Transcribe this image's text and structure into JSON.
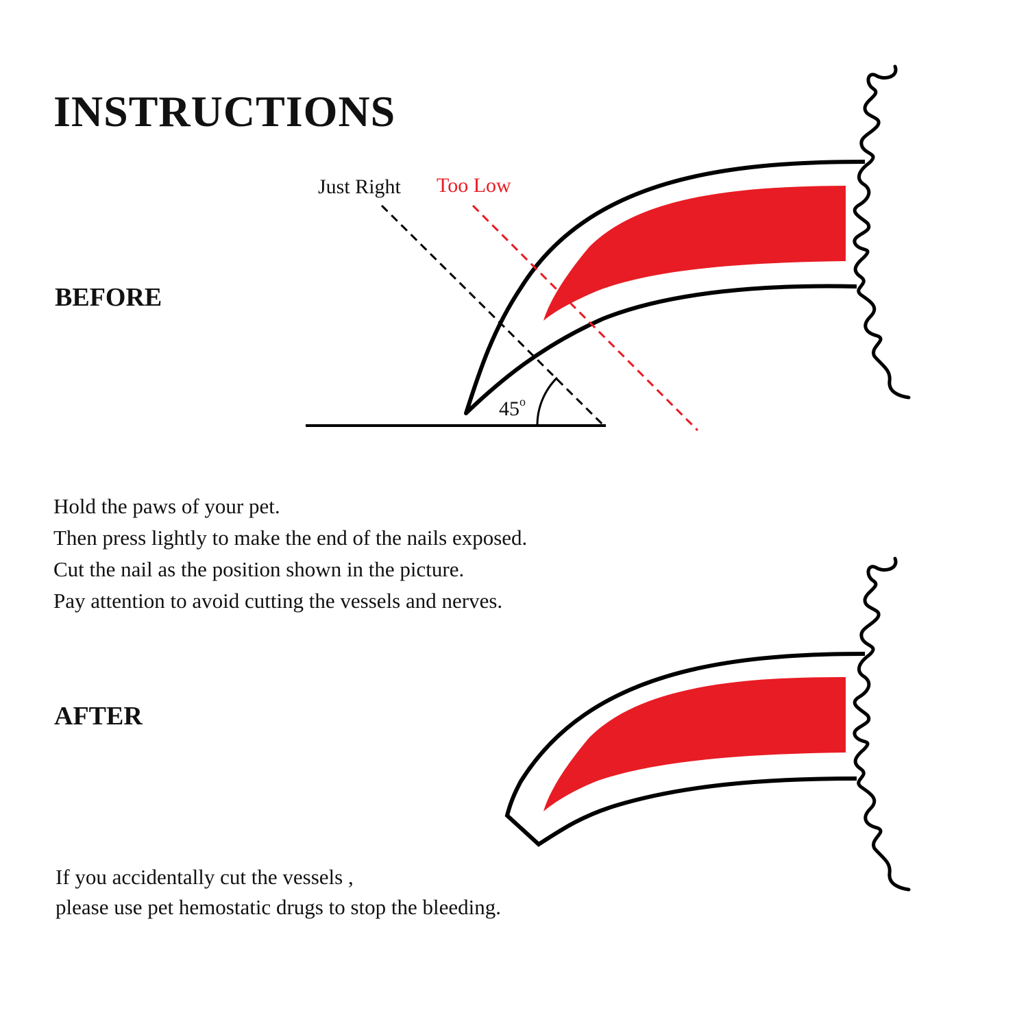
{
  "title": "INSTRUCTIONS",
  "before": {
    "label": "BEFORE",
    "cut_labels": {
      "just_right": "Just Right",
      "too_low": "Too Low"
    },
    "angle_label": "45",
    "angle_unit": "o"
  },
  "instructions": [
    "Hold the paws of your pet.",
    "Then press lightly to make the end of the nails exposed.",
    "Cut the nail as the position shown in the picture.",
    "Pay attention to avoid cutting the vessels and nerves."
  ],
  "after": {
    "label": "AFTER"
  },
  "warning": [
    "If you accidentally cut the vessels ,",
    "please use pet hemostatic drugs to stop the bleeding."
  ],
  "colors": {
    "text": "#111111",
    "quick": "#E81C24",
    "too_low_line": "#E81C24",
    "outline": "#000000"
  }
}
